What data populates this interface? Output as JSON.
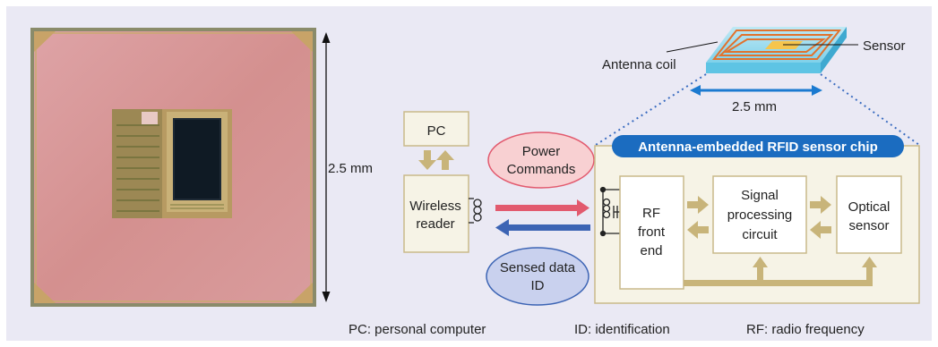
{
  "chip_photo": {
    "dimension_label": "2.5 mm"
  },
  "antenna_figure": {
    "antenna_label": "Antenna coil",
    "sensor_label": "Sensor",
    "dimension_label": "2.5 mm"
  },
  "pc_box": {
    "label": "PC"
  },
  "reader_box": {
    "line1": "Wireless",
    "line2": "reader"
  },
  "power_bubble": {
    "line1": "Power",
    "line2": "Commands"
  },
  "data_bubble": {
    "line1": "Sensed data",
    "line2": "ID"
  },
  "chip_block": {
    "title": "Antenna-embedded RFID sensor chip",
    "rf": {
      "line1": "RF",
      "line2": "front",
      "line3": "end"
    },
    "signal": {
      "line1": "Signal",
      "line2": "processing",
      "line3": "circuit"
    },
    "optical": {
      "line1": "Optical",
      "line2": "sensor"
    }
  },
  "legend": {
    "pc": "PC: personal computer",
    "id": "ID: identification",
    "rf": "RF: radio frequency"
  },
  "colors": {
    "panel": "#eae9f4",
    "block_fill": "#f6f3e6",
    "block_border": "#c9b98a",
    "arrow_tan": "#c8b47a",
    "title_blue": "#1b6cc0",
    "power_red": "#e25a6e",
    "data_blue": "#3c64b4",
    "chip_pink": "#d99a9c"
  }
}
